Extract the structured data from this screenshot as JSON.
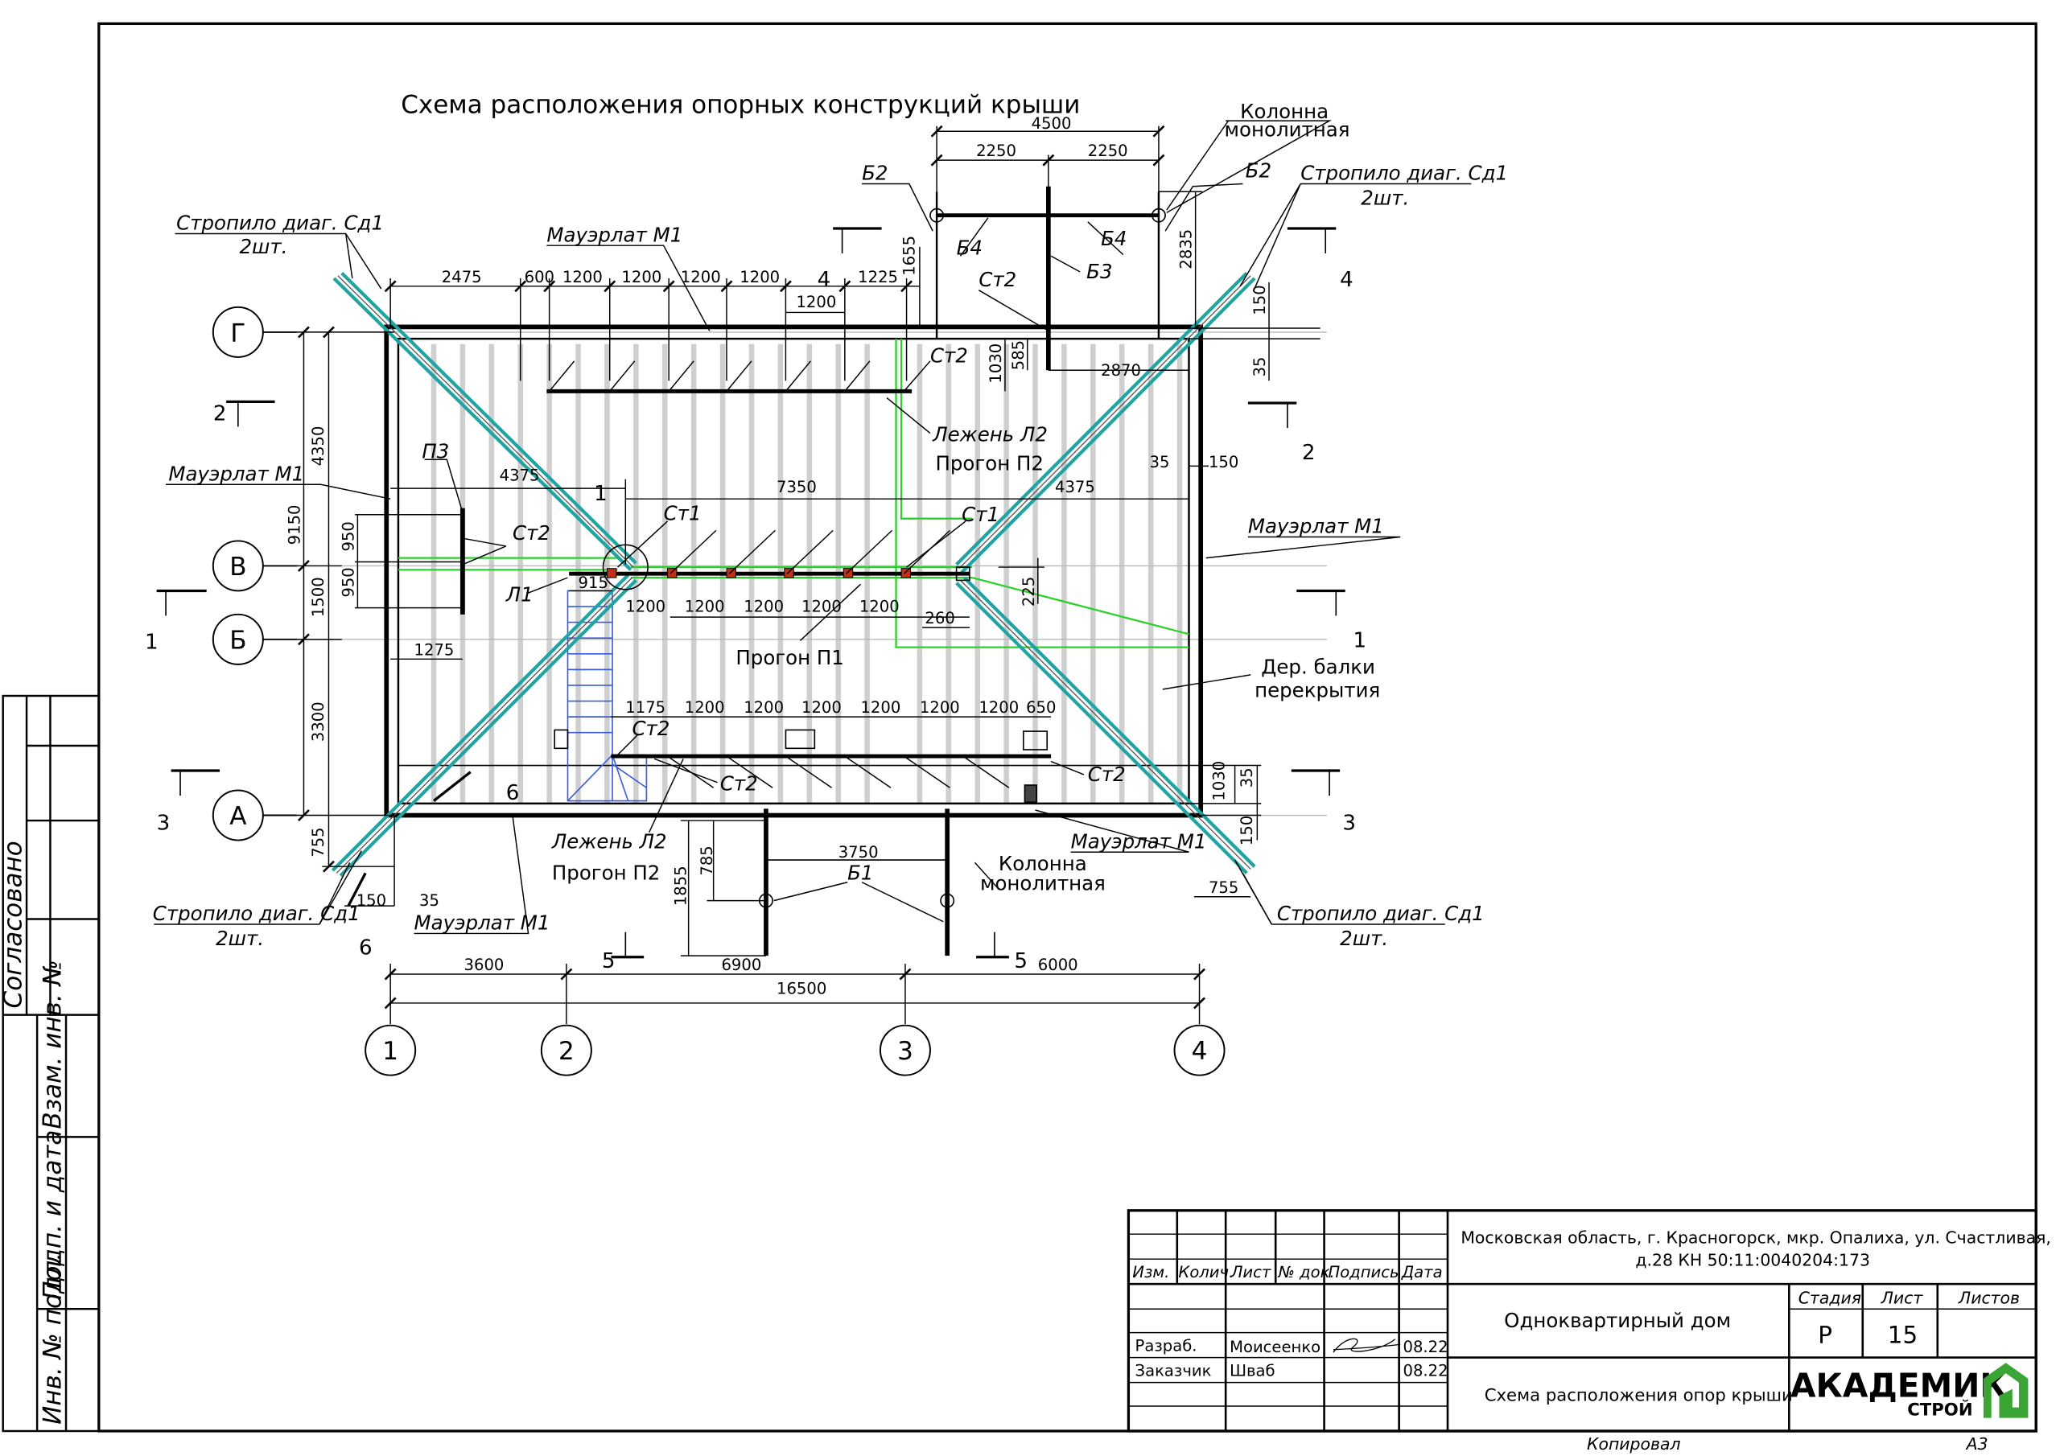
{
  "drawing": {
    "title": "Схема расположения опорных конструкций крыши",
    "labels": {
      "strop_diag": "Стропило диаг. Сд1",
      "strop_qty": "2шт.",
      "mauerlat": "Мауэрлат М1",
      "kolonna_1": "Колонна",
      "kolonna_2": "монолитная",
      "b2": "Б2",
      "b3": "Б3",
      "b4": "Б4",
      "b1": "Б1",
      "st2": "Ст2",
      "st1": "Ст1",
      "p3": "П3",
      "l1": "Л1",
      "lezhen_l2": "Лежень Л2",
      "progon_p2": "Прогон П2",
      "progon_p1": "Прогон П1",
      "der_balki_1": "Дер. балки",
      "der_balki_2": "перекрытия"
    },
    "axes_rows": [
      "Г",
      "В",
      "Б",
      "А"
    ],
    "axes_cols": [
      "1",
      "2",
      "3",
      "4"
    ],
    "sections": [
      "1",
      "2",
      "3",
      "4",
      "5",
      "6"
    ],
    "dims": {
      "d4500": "4500",
      "d2250": "2250",
      "d2835": "2835",
      "d1655": "1655",
      "d585": "585",
      "d1030": "1030",
      "d2870": "2870",
      "d150": "150",
      "d35": "35",
      "d2475": "2475",
      "d600": "600",
      "d1200": "1200",
      "d1225": "1225",
      "d4350": "4350",
      "d9150": "9150",
      "d950": "950",
      "d1500": "1500",
      "d3300": "3300",
      "d755": "755",
      "d4375": "4375",
      "d7350": "7350",
      "d915": "915",
      "d1275": "1275",
      "d225": "225",
      "d260": "260",
      "d1175": "1175",
      "d650": "650",
      "d3750": "3750",
      "d785": "785",
      "d1855": "1855",
      "d3600": "3600",
      "d6900": "6900",
      "d6000": "6000",
      "d16500": "16500"
    }
  },
  "stamp": {
    "side": {
      "agreed": "Согласовано",
      "vzam": "Взам. инв. №",
      "podp": "Подп. и дата",
      "inv": "Инв. № подл."
    },
    "cols": {
      "izm": "Изм.",
      "kol": "Колич.",
      "list": "Лист",
      "ndok": "№ док.",
      "podpis": "Подпись",
      "data": "Дата"
    },
    "rows": [
      {
        "role": "Разраб.",
        "name": "Моисеенко",
        "date": "08.22"
      },
      {
        "role": "Заказчик",
        "name": "Шваб",
        "date": "08.22"
      }
    ],
    "address_1": "Московская область, г. Красногорск, мкр. Опалиха, ул. Счастливая,",
    "address_2": "д.28 КН 50:11:0040204:173",
    "object": "Одноквартирный дом",
    "sheet_title": "Схема расположения опор крыши",
    "stage_h": "Стадия",
    "list_h": "Лист",
    "listov_h": "Листов",
    "stage": "Р",
    "sheet_no": "15",
    "logo_1": "АКАДЕМИК",
    "logo_2": "СТРОЙ",
    "kopiroval": "Копировал",
    "format": "А3"
  },
  "colors": {
    "diag": "#1fa3a3",
    "green": "#2bd12b",
    "blue": "#3a5bd9",
    "red": "#c0301a",
    "logo_green": "#3aa535"
  }
}
